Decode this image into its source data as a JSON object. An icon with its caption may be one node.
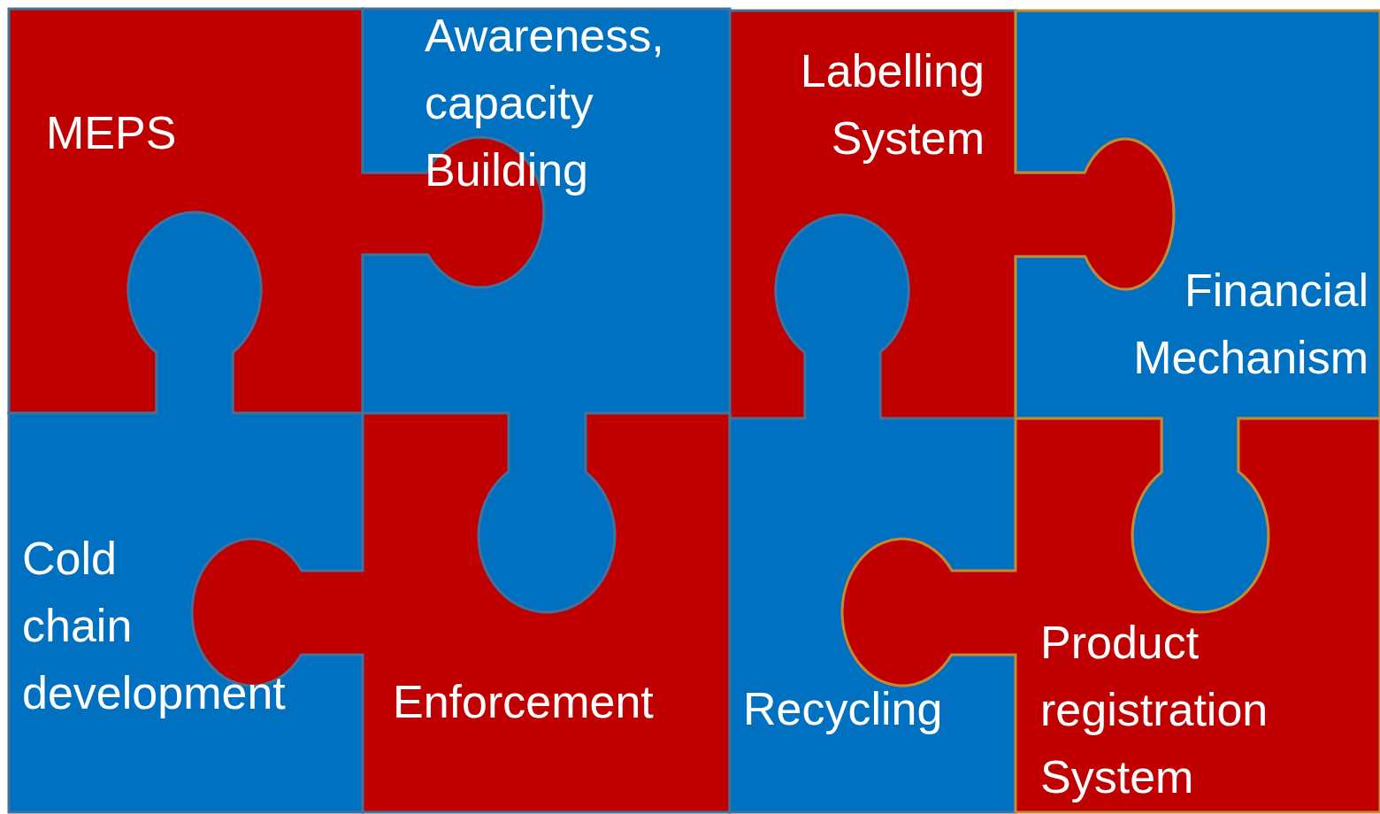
{
  "diagram": {
    "nodes": [
      {
        "text": [
          "MEPS"
        ]
      },
      {
        "text": [
          "Awareness, capacity Building"
        ]
      },
      {
        "text": [
          "Labelling System"
        ]
      },
      {
        "text": [
          "Financial Mechanism"
        ]
      },
      {
        "text": [
          "Cold chain development"
        ]
      },
      {
        "text": [
          "Enforcement"
        ]
      },
      {
        "text": [
          "Recycling"
        ]
      },
      {
        "text": [
          "Product registration System"
        ]
      }
    ]
  }
}
